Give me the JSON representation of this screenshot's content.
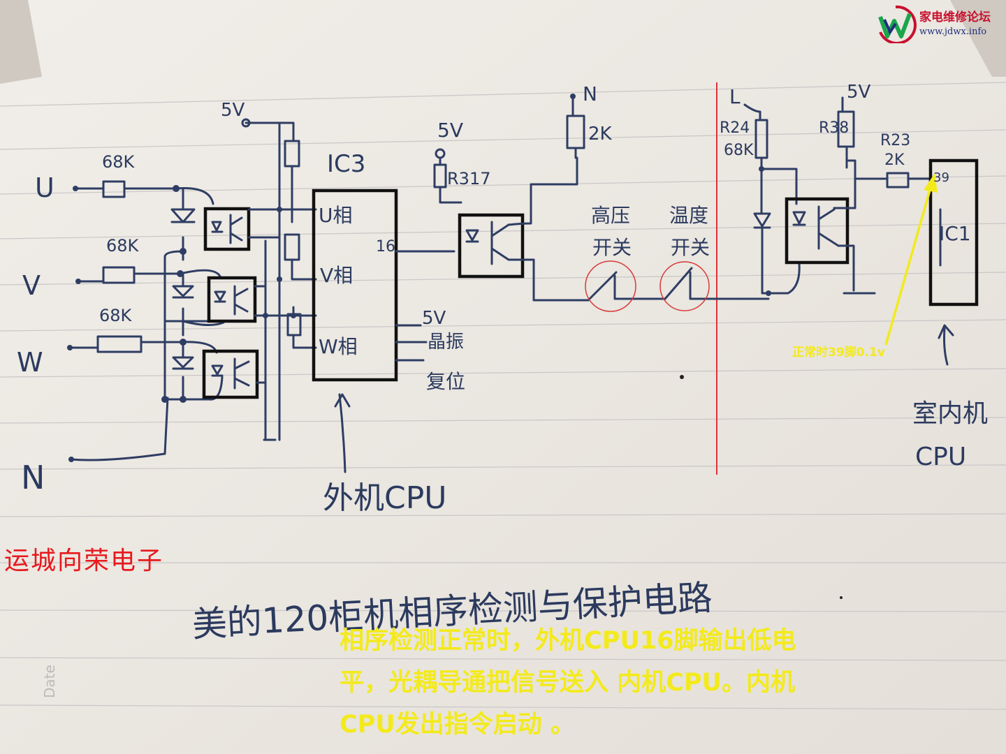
{
  "watermark": {
    "title": "家电维修论坛",
    "url": "www.jdwx.info",
    "colors": {
      "red": "#c8102e",
      "green": "#1aa64b",
      "blue": "#1f2f7a"
    }
  },
  "shop_name": "运城向荣电子",
  "handwritten_title": "美的120柜机相序检测与保护电路",
  "note_39": "正常时39脚0.1v",
  "description": [
    "相序检测正常时，外机CPU16脚输出低电",
    "平，光耦导通把信号送入 内机CPU。内机",
    "CPU发出指令启动 。"
  ],
  "schematic": {
    "inputs": {
      "u": "U",
      "v": "V",
      "w": "W",
      "n": "N"
    },
    "resistors": {
      "r_u": "68K",
      "r_v": "68K",
      "r_w": "68K",
      "r317": "R317",
      "r_2k": "2K",
      "r24": "R24",
      "r24_val": "68K",
      "r38": "R38",
      "r23": "R23",
      "r23_val": "2K"
    },
    "supply": {
      "top_5v": "5V",
      "r317_5v": "5V",
      "right_5v": "5V",
      "ic3_5v": "5V"
    },
    "ic3": {
      "name": "IC3",
      "u_phase": "U相",
      "v_phase": "V相",
      "w_phase": "W相",
      "pin16": "16",
      "crystal": "晶振",
      "reset": "复位",
      "label": "外机CPU"
    },
    "switches": {
      "high_pressure": [
        "高压",
        "开关"
      ],
      "temperature": [
        "温度",
        "开关"
      ]
    },
    "power": {
      "n": "N",
      "l": "L"
    },
    "ic1": {
      "name": "IC1",
      "pin39": "39",
      "label": [
        "室内机",
        "CPU"
      ]
    }
  },
  "colors": {
    "ink": "#2e3d63",
    "highlight": "#f3ea1c",
    "shop": "#e8181c",
    "divider": "#e0303a"
  }
}
